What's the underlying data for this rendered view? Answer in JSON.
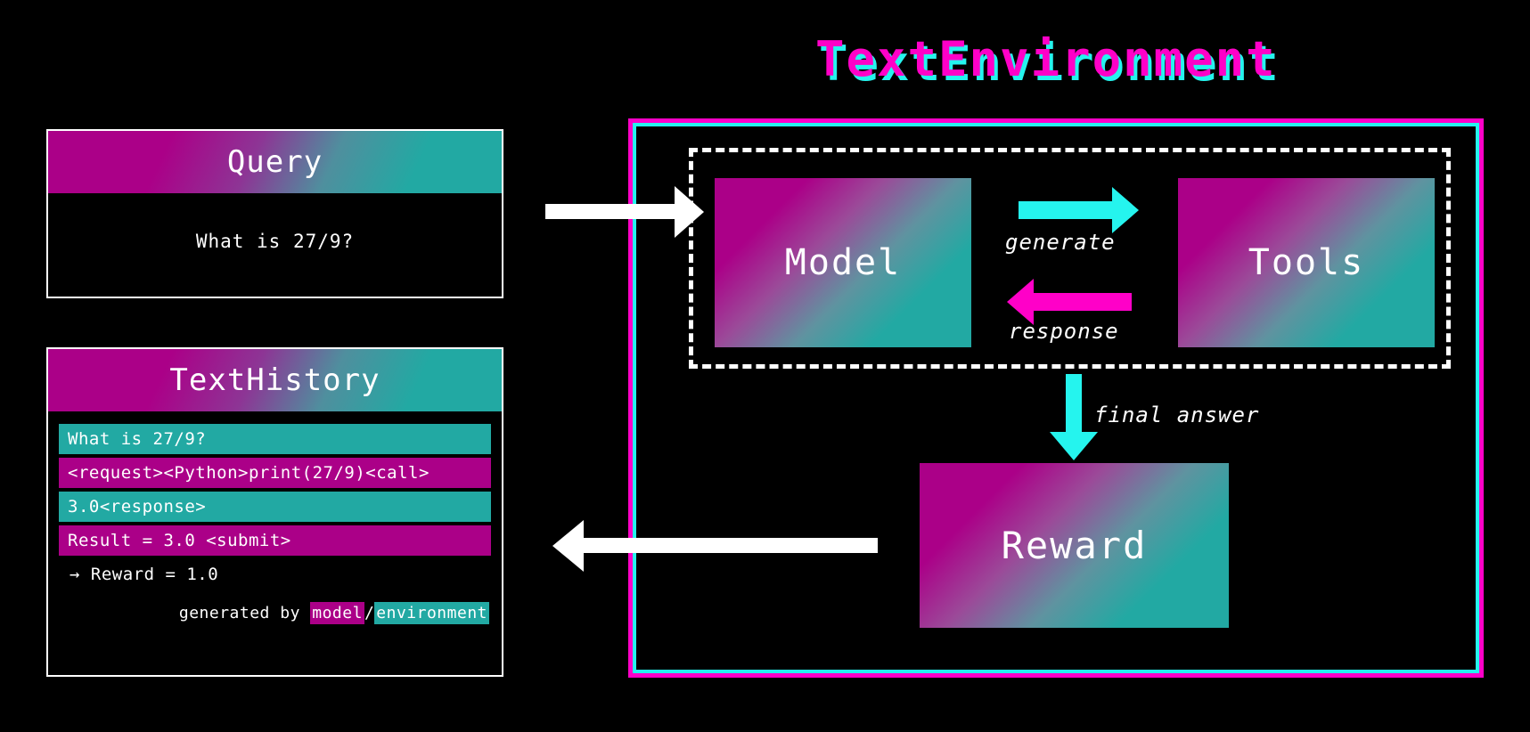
{
  "title": "TextEnvironment",
  "colors": {
    "magenta": "#AB0088",
    "teal": "#22A9A3",
    "neon_magenta": "#FF00C8",
    "neon_cyan": "#25F4EE",
    "background": "#000000",
    "text": "#FFFFFF"
  },
  "query_panel": {
    "header": "Query",
    "text": "What is 27/9?"
  },
  "history_panel": {
    "header": "TextHistory",
    "rows": [
      {
        "text": "What is 27/9?",
        "source": "environment"
      },
      {
        "text": "<request><Python>print(27/9)<call>",
        "source": "model"
      },
      {
        "text": "3.0<response>",
        "source": "environment"
      },
      {
        "text": "Result = 3.0 <submit>",
        "source": "model"
      },
      {
        "text": "→ Reward = 1.0",
        "source": "plain"
      }
    ],
    "legend": {
      "prefix": "generated by ",
      "model": "model",
      "separator": "/",
      "environment": "environment"
    }
  },
  "environment": {
    "model_box": "Model",
    "tools_box": "Tools",
    "reward_box": "Reward",
    "generate_label": "generate",
    "response_label": "response",
    "final_answer_label": "final answer"
  }
}
